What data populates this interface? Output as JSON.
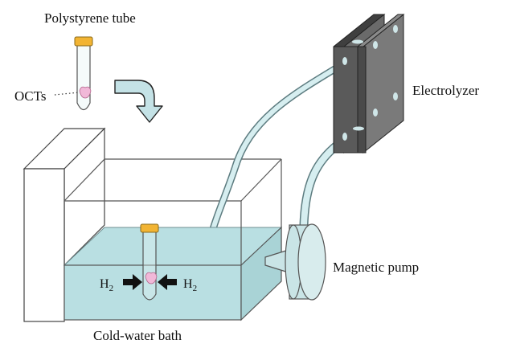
{
  "labels": {
    "tube": "Polystyrene tube",
    "octs": "OCTs",
    "electrolyzer": "Electrolyzer",
    "pump": "Magnetic pump",
    "bath": "Cold-water bath",
    "h2_left": "H",
    "h2_right": "H",
    "h2_subscript": "2"
  },
  "colors": {
    "water": "#b9dfe2",
    "water_stroke": "#6f8f92",
    "tube_cap": "#f2b433",
    "octs": "#f1b8d8",
    "electrolyzer_plate": "#5a5a5a",
    "pump": "#c9e4e6",
    "arrow_fill": "#c4e2e6"
  }
}
